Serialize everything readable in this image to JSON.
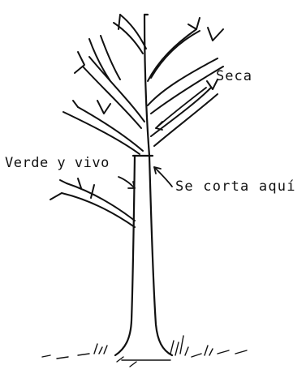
{
  "labels": {
    "dead": "Seca",
    "alive": "Verde y vivo",
    "cut_here": "Se corta aquí"
  },
  "colors": {
    "ink": "#111111",
    "paper": "#ffffff"
  }
}
